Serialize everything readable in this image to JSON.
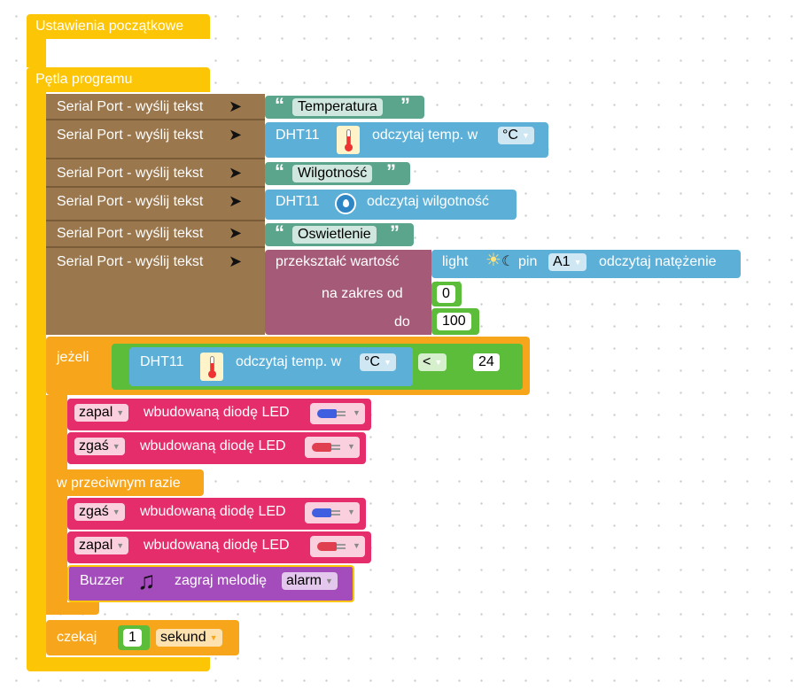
{
  "colors": {
    "setup_block": "#fcc506",
    "serial_block": "#9b774d",
    "text_block": "#5ba58c",
    "sensor_block": "#5cb0d8",
    "math_block": "#a55b78",
    "number_block": "#5bbd3a",
    "if_block": "#f7a51b",
    "led_block": "#e52d6b",
    "buzzer_block": "#a54cbd"
  },
  "setup": {
    "label": "Ustawienia początkowe"
  },
  "loop": {
    "label": "Pętla programu"
  },
  "serial_rows": [
    {
      "label": "Serial Port - wyślij tekst",
      "icon": "paper-plane-icon",
      "value": {
        "kind": "text",
        "text": "Temperatura"
      }
    },
    {
      "label": "Serial Port - wyślij tekst",
      "icon": "paper-plane-icon",
      "value": {
        "kind": "dht_temp",
        "sensor": "DHT11",
        "action": "odczytaj temp. w",
        "unit": "°C"
      }
    },
    {
      "label": "Serial Port - wyślij tekst",
      "icon": "paper-plane-icon",
      "value": {
        "kind": "text",
        "text": "Wilgotność"
      }
    },
    {
      "label": "Serial Port - wyślij tekst",
      "icon": "paper-plane-icon",
      "value": {
        "kind": "dht_hum",
        "sensor": "DHT11",
        "action": "odczytaj wilgotność"
      }
    },
    {
      "label": "Serial Port - wyślij tekst",
      "icon": "paper-plane-icon",
      "value": {
        "kind": "text",
        "text": "Oswietlenie"
      }
    },
    {
      "label": "Serial Port - wyślij tekst",
      "icon": "paper-plane-icon",
      "value": {
        "kind": "map"
      }
    }
  ],
  "quote_open": "“",
  "quote_close": "”",
  "map_block": {
    "label": "przekształć wartość",
    "light": {
      "label": "light",
      "pin_label": "pin",
      "pin": "A1",
      "action": "odczytaj natężenie"
    },
    "range_from_label": "na zakres od",
    "range_from": "0",
    "range_to_label": "do",
    "range_to": "100"
  },
  "if_block": {
    "if_label": "jeżeli",
    "condition": {
      "sensor": "DHT11",
      "action": "odczytaj temp. w",
      "unit": "°C",
      "operator": "<",
      "value": "24"
    },
    "else_label": "w przeciwnym razie"
  },
  "led_rows_then": [
    {
      "action": "zapal",
      "label": "wbudowaną diodę LED",
      "led": "blue"
    },
    {
      "action": "zgaś",
      "label": "wbudowaną diodę LED",
      "led": "red"
    }
  ],
  "led_rows_else": [
    {
      "action": "zgaś",
      "label": "wbudowaną diodę LED",
      "led": "blue"
    },
    {
      "action": "zapal",
      "label": "wbudowaną diodę LED",
      "led": "red"
    }
  ],
  "buzzer": {
    "label": "Buzzer",
    "action": "zagraj melodię",
    "melody": "alarm",
    "icon": "music-note-icon"
  },
  "wait": {
    "label": "czekaj",
    "value": "1",
    "unit": "sekund"
  }
}
